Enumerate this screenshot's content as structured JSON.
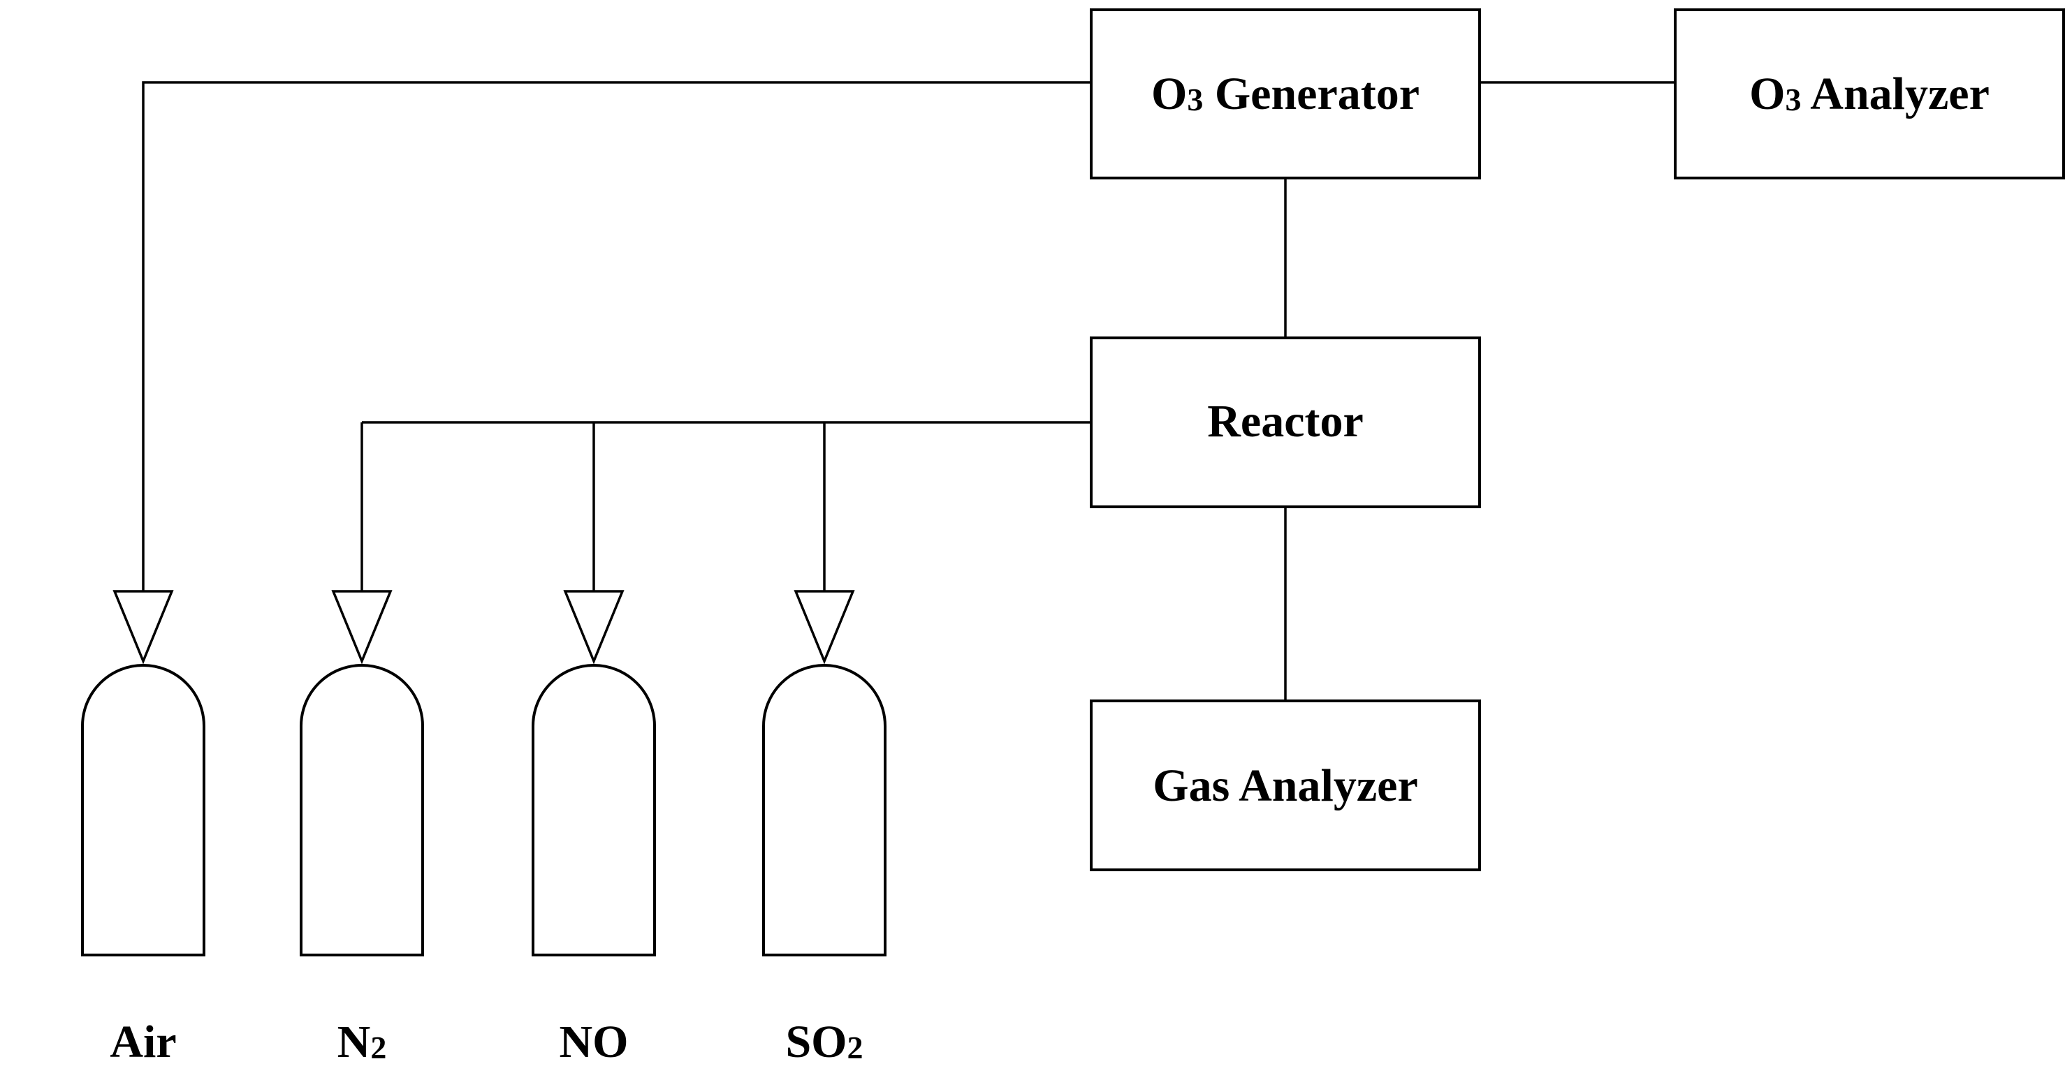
{
  "equipment": {
    "o3_generator": {
      "chem": "O",
      "sub": "3",
      "rest": " Generator"
    },
    "o3_analyzer": {
      "chem": "O",
      "sub": "3",
      "rest": " Analyzer"
    },
    "reactor": "Reactor",
    "gas_analyzer": "Gas Analyzer"
  },
  "cylinders": [
    {
      "chem": "Air",
      "sub": ""
    },
    {
      "chem": "N",
      "sub": "2"
    },
    {
      "chem": "NO",
      "sub": ""
    },
    {
      "chem": "SO",
      "sub": "2"
    }
  ]
}
